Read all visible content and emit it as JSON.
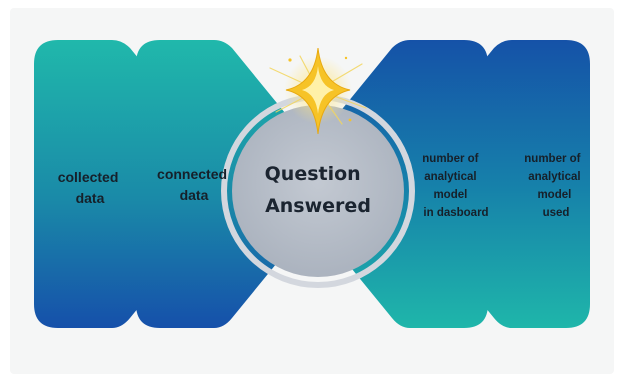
{
  "left_blocks": [
    {
      "lines": [
        "collected",
        "data"
      ]
    },
    {
      "lines": [
        "connected",
        "data"
      ]
    }
  ],
  "center": {
    "lines": [
      "Question",
      "Answered"
    ]
  },
  "right_blocks": [
    {
      "lines": [
        "number of",
        "analytical",
        "model",
        "in dasboard"
      ]
    },
    {
      "lines": [
        "number of",
        "analytical",
        "model",
        "used"
      ]
    }
  ],
  "colors": {
    "teal": "#1db3a8",
    "blue": "#1552a8",
    "circle": "#b9c0ca",
    "ring": "#c9ced6",
    "sparkle": "#f6c327"
  },
  "icons": [
    "sparkle-icon"
  ]
}
